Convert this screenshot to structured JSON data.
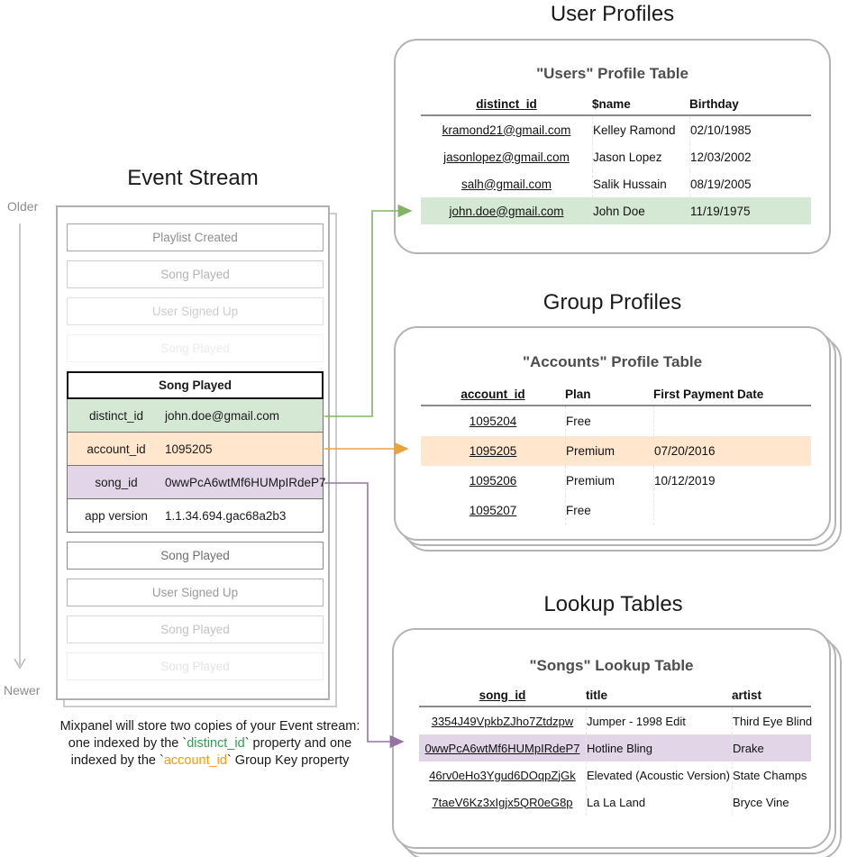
{
  "titles": {
    "event_stream": "Event Stream",
    "user_profiles": "User Profiles",
    "group_profiles": "Group Profiles",
    "lookup_tables": "Lookup Tables"
  },
  "timeline": {
    "older": "Older",
    "newer": "Newer"
  },
  "colors": {
    "green_fill": "#d5e8d4",
    "green_stroke": "#82b366",
    "orange_fill": "#ffe6cc",
    "orange_stroke": "#e8a33d",
    "purple_fill": "#e1d5e7",
    "purple_stroke": "#9673a6",
    "caption_green": "#2e9e49",
    "caption_orange": "#ff9900",
    "card_border": "#b3b3b3",
    "rail_gray": "#b5b5b5"
  },
  "event_stream": {
    "events_before": [
      {
        "label": "Song Played",
        "text_color": "#ebebeb",
        "border_color": "#f2f2f2"
      },
      {
        "label": "User Signed Up",
        "text_color": "#cccccc",
        "border_color": "#e0e0e0"
      },
      {
        "label": "Song Played",
        "text_color": "#b3b3b3",
        "border_color": "#cfcfcf"
      },
      {
        "label": "Playlist Created",
        "text_color": "#8c8c8c",
        "border_color": "#a6a6a6"
      }
    ],
    "focused_event": {
      "title": "Song Played",
      "properties": [
        {
          "key": "distinct_id",
          "value": "john.doe@gmail.com",
          "fill": "#d5e8d4"
        },
        {
          "key": "account_id",
          "value": "1095205",
          "fill": "#ffe6cc"
        },
        {
          "key": "song_id",
          "value": "0wwPcA6wtMf6HUMpIRdeP7",
          "fill": "#e1d5e7"
        },
        {
          "key": "app version",
          "value": "1.1.34.694.gac68a2b3",
          "fill": "#ffffff"
        }
      ]
    },
    "events_after": [
      {
        "label": "Song Played",
        "text_color": "#6e6e6e",
        "border_color": "#8c8c8c"
      },
      {
        "label": "User Signed Up",
        "text_color": "#999999",
        "border_color": "#b3b3b3"
      },
      {
        "label": "Song Played",
        "text_color": "#c2c2c2",
        "border_color": "#d9d9d9"
      },
      {
        "label": "Song Played",
        "text_color": "#e3e3e3",
        "border_color": "#eeeeee"
      }
    ]
  },
  "users_table": {
    "card_title": "\"Users\" Profile Table",
    "highlight_color": "#d5e8d4",
    "columns": [
      {
        "label": "distinct_id",
        "key": "distinct_id",
        "is_key": true
      },
      {
        "label": "$name",
        "key": "name"
      },
      {
        "label": "Birthday",
        "key": "birthday"
      }
    ],
    "rows": [
      {
        "distinct_id": "kramond21@gmail.com",
        "name": "Kelley Ramond",
        "birthday": "02/10/1985",
        "highlighted": false
      },
      {
        "distinct_id": "jasonlopez@gmail.com",
        "name": "Jason Lopez",
        "birthday": "12/03/2002",
        "highlighted": false
      },
      {
        "distinct_id": "salh@gmail.com",
        "name": "Salik Hussain",
        "birthday": "08/19/2005",
        "highlighted": false
      },
      {
        "distinct_id": "john.doe@gmail.com",
        "name": "John Doe",
        "birthday": "11/19/1975",
        "highlighted": true
      }
    ]
  },
  "accounts_table": {
    "card_title": "\"Accounts\" Profile Table",
    "highlight_color": "#ffe6cc",
    "columns": [
      {
        "label": "account_id",
        "key": "account_id",
        "is_key": true
      },
      {
        "label": "Plan",
        "key": "plan"
      },
      {
        "label": "First Payment Date",
        "key": "first_payment"
      }
    ],
    "rows": [
      {
        "account_id": "1095204",
        "plan": "Free",
        "first_payment": "",
        "highlighted": false
      },
      {
        "account_id": "1095205",
        "plan": "Premium",
        "first_payment": "07/20/2016",
        "highlighted": true
      },
      {
        "account_id": "1095206",
        "plan": "Premium",
        "first_payment": "10/12/2019",
        "highlighted": false
      },
      {
        "account_id": "1095207",
        "plan": "Free",
        "first_payment": "",
        "highlighted": false
      }
    ]
  },
  "songs_table": {
    "card_title": "\"Songs\" Lookup Table",
    "highlight_color": "#e1d5e7",
    "columns": [
      {
        "label": "song_id",
        "key": "song_id",
        "is_key": true
      },
      {
        "label": "title",
        "key": "title"
      },
      {
        "label": "artist",
        "key": "artist"
      }
    ],
    "rows": [
      {
        "song_id": "3354J49VpkbZJho7Ztdzpw",
        "title": "Jumper - 1998 Edit",
        "artist": "Third Eye Blind",
        "highlighted": false
      },
      {
        "song_id": "0wwPcA6wtMf6HUMpIRdeP7",
        "title": "Hotline Bling",
        "artist": "Drake",
        "highlighted": true
      },
      {
        "song_id": "46rv0eHo3Ygud6DOqpZjGk",
        "title": "Elevated (Acoustic Version)",
        "artist": "State Champs",
        "highlighted": false
      },
      {
        "song_id": "7taeV6Kz3xIgjx5QR0eG8p",
        "title": "La La Land",
        "artist": "Bryce Vine",
        "highlighted": false
      }
    ]
  },
  "caption": {
    "segments": [
      {
        "text": "Mixpanel will store two copies of your Event stream:\none indexed by the `",
        "color": "default"
      },
      {
        "text": "distinct_id",
        "color": "green"
      },
      {
        "text": "` property and one\nindexed by the `",
        "color": "default"
      },
      {
        "text": "account_id",
        "color": "orange"
      },
      {
        "text": "` Group Key property",
        "color": "default"
      }
    ]
  }
}
